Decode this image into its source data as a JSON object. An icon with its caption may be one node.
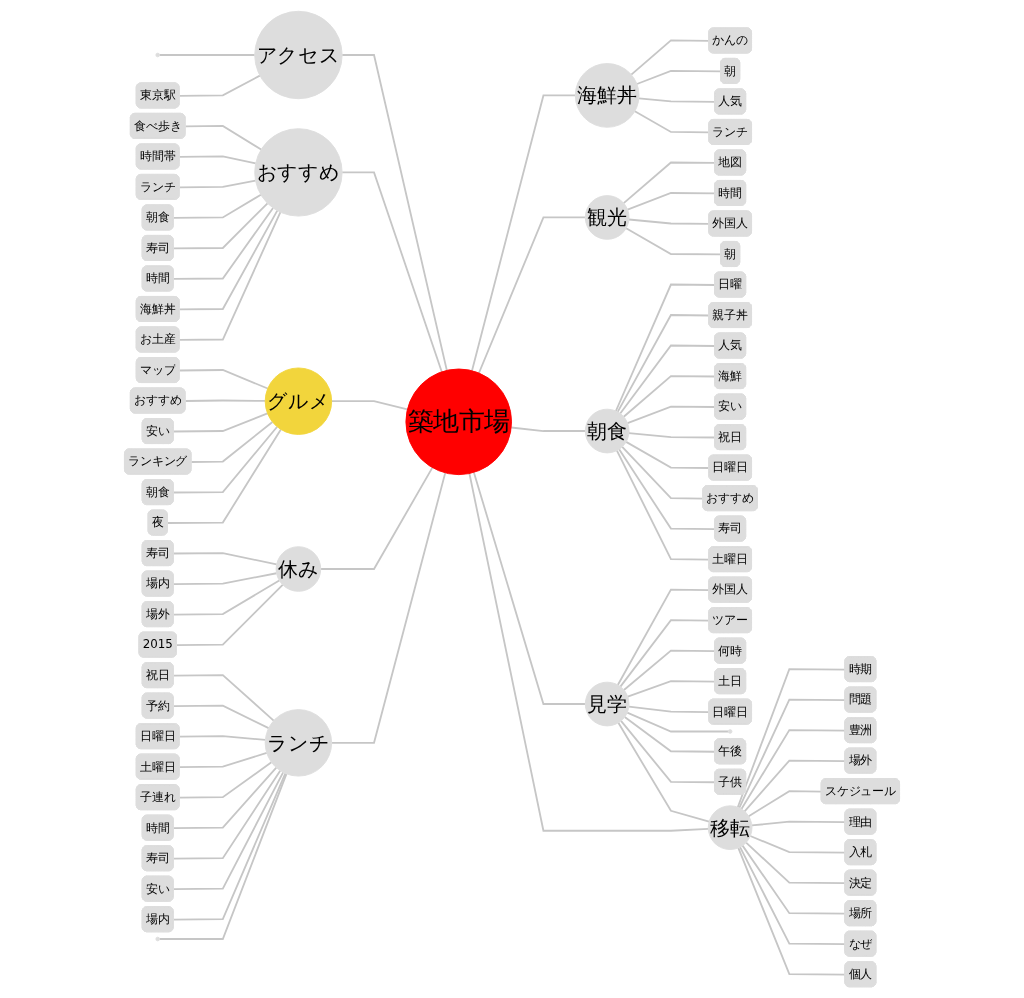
{
  "diagram": {
    "nodes": [
      {
        "text": [
          "築地市場"
        ]
      },
      {
        "text": [
          "海鮮丼"
        ]
      },
      {
        "text": [
          "かんの"
        ]
      },
      {
        "text": [
          "朝"
        ]
      },
      {
        "text": [
          "人気"
        ]
      },
      {
        "text": [
          "ランチ"
        ]
      },
      {
        "text": [
          "アクセス"
        ]
      },
      {
        "text": [],
        "shape": "circle"
      },
      {
        "text": [
          "東京駅"
        ]
      },
      {
        "text": [
          "おすすめ"
        ]
      },
      {
        "text": [
          "食べ歩き"
        ]
      },
      {
        "text": [
          "時間帯"
        ]
      },
      {
        "text": [
          "ランチ"
        ]
      },
      {
        "text": [
          "朝食"
        ]
      },
      {
        "text": [
          "寿司"
        ]
      },
      {
        "text": [
          "時間"
        ]
      },
      {
        "text": [
          "海鮮丼"
        ]
      },
      {
        "text": [
          "お土産"
        ]
      },
      {
        "text": [
          "観光"
        ]
      },
      {
        "text": [
          "地図"
        ]
      },
      {
        "text": [
          "時間"
        ]
      },
      {
        "text": [
          "外国人"
        ]
      },
      {
        "text": [
          "朝"
        ]
      },
      {
        "text": [
          "朝食"
        ]
      },
      {
        "text": [
          "日曜"
        ]
      },
      {
        "text": [
          "親子丼"
        ]
      },
      {
        "text": [
          "人気"
        ]
      },
      {
        "text": [
          "海鮮"
        ]
      },
      {
        "text": [
          "安い"
        ]
      },
      {
        "text": [
          "祝日"
        ]
      },
      {
        "text": [
          "日曜日"
        ]
      },
      {
        "text": [
          "おすすめ"
        ]
      },
      {
        "text": [
          "寿司"
        ]
      },
      {
        "text": [
          "土曜日"
        ]
      },
      {
        "text": [
          "グルメ"
        ]
      },
      {
        "text": [
          "マップ"
        ]
      },
      {
        "text": [
          "おすすめ"
        ]
      },
      {
        "text": [
          "安い"
        ]
      },
      {
        "text": [
          "ランキング"
        ]
      },
      {
        "text": [
          "朝食"
        ]
      },
      {
        "text": [
          "夜"
        ]
      },
      {
        "text": [
          "休み"
        ]
      },
      {
        "text": [
          "寿司"
        ]
      },
      {
        "text": [
          "場内"
        ]
      },
      {
        "text": [
          "場外"
        ]
      },
      {
        "text": [
          "2015"
        ]
      },
      {
        "text": [
          "ランチ"
        ]
      },
      {
        "text": [
          "祝日"
        ]
      },
      {
        "text": [
          "予約"
        ]
      },
      {
        "text": [
          "日曜日"
        ]
      },
      {
        "text": [
          "土曜日"
        ]
      },
      {
        "text": [
          "子連れ"
        ]
      },
      {
        "text": [
          "時間"
        ]
      },
      {
        "text": [
          "寿司"
        ]
      },
      {
        "text": [
          "安い"
        ]
      },
      {
        "text": [
          "場内"
        ]
      },
      {
        "text": [],
        "shape": "circle"
      },
      {
        "text": [
          "見学"
        ]
      },
      {
        "text": [
          "外国人"
        ]
      },
      {
        "text": [
          "ツアー"
        ]
      },
      {
        "text": [
          "何時"
        ]
      },
      {
        "text": [
          "土日"
        ]
      },
      {
        "text": [
          "日曜日"
        ]
      },
      {
        "text": [],
        "shape": "circle"
      },
      {
        "text": [
          "午後"
        ]
      },
      {
        "text": [
          "子供"
        ]
      },
      {
        "text": [
          "移転"
        ]
      },
      {
        "text": [
          "時期"
        ]
      },
      {
        "text": [
          "問題"
        ]
      },
      {
        "text": [
          "豊洲"
        ]
      },
      {
        "text": [
          "場外"
        ]
      },
      {
        "text": [
          "スケジュール"
        ]
      },
      {
        "text": [
          "理由"
        ]
      },
      {
        "text": [
          "入札"
        ]
      },
      {
        "text": [
          "決定"
        ]
      },
      {
        "text": [
          "場所"
        ]
      },
      {
        "text": [
          "なぜ"
        ]
      },
      {
        "text": [
          "個人"
        ]
      }
    ],
    "edges": [
      {
        "from": 0,
        "to": 1,
        "arrow": "none"
      },
      {
        "from": 1,
        "to": 2,
        "arrow": "none"
      },
      {
        "from": 1,
        "to": 3,
        "arrow": "none"
      },
      {
        "from": 1,
        "to": 4,
        "arrow": "none"
      },
      {
        "from": 1,
        "to": 5,
        "arrow": "none"
      },
      {
        "from": 0,
        "to": 6,
        "arrow": "none"
      },
      {
        "from": 6,
        "to": 7,
        "arrow": "none"
      },
      {
        "from": 6,
        "to": 8,
        "arrow": "none"
      },
      {
        "from": 0,
        "to": 9,
        "arrow": "none"
      },
      {
        "from": 9,
        "to": 10,
        "arrow": "none"
      },
      {
        "from": 9,
        "to": 11,
        "arrow": "none"
      },
      {
        "from": 9,
        "to": 12,
        "arrow": "none"
      },
      {
        "from": 9,
        "to": 13,
        "arrow": "none"
      },
      {
        "from": 9,
        "to": 14,
        "arrow": "none"
      },
      {
        "from": 9,
        "to": 15,
        "arrow": "none"
      },
      {
        "from": 9,
        "to": 16,
        "arrow": "none"
      },
      {
        "from": 9,
        "to": 17,
        "arrow": "none"
      },
      {
        "from": 0,
        "to": 18,
        "arrow": "none"
      },
      {
        "from": 18,
        "to": 19,
        "arrow": "none"
      },
      {
        "from": 18,
        "to": 20,
        "arrow": "none"
      },
      {
        "from": 18,
        "to": 21,
        "arrow": "none"
      },
      {
        "from": 18,
        "to": 22,
        "arrow": "none"
      },
      {
        "from": 0,
        "to": 23,
        "arrow": "none"
      },
      {
        "from": 23,
        "to": 24,
        "arrow": "none"
      },
      {
        "from": 23,
        "to": 25,
        "arrow": "none"
      },
      {
        "from": 23,
        "to": 26,
        "arrow": "none"
      },
      {
        "from": 23,
        "to": 27,
        "arrow": "none"
      },
      {
        "from": 23,
        "to": 28,
        "arrow": "none"
      },
      {
        "from": 23,
        "to": 29,
        "arrow": "none"
      },
      {
        "from": 23,
        "to": 30,
        "arrow": "none"
      },
      {
        "from": 23,
        "to": 31,
        "arrow": "none"
      },
      {
        "from": 23,
        "to": 32,
        "arrow": "none"
      },
      {
        "from": 23,
        "to": 33,
        "arrow": "none"
      },
      {
        "from": 0,
        "to": 34,
        "arrow": "none"
      },
      {
        "from": 34,
        "to": 35,
        "arrow": "none"
      },
      {
        "from": 34,
        "to": 36,
        "arrow": "none"
      },
      {
        "from": 34,
        "to": 37,
        "arrow": "none"
      },
      {
        "from": 34,
        "to": 38,
        "arrow": "none"
      },
      {
        "from": 34,
        "to": 39,
        "arrow": "none"
      },
      {
        "from": 34,
        "to": 40,
        "arrow": "none"
      },
      {
        "from": 0,
        "to": 41,
        "arrow": "none"
      },
      {
        "from": 41,
        "to": 42,
        "arrow": "none"
      },
      {
        "from": 41,
        "to": 43,
        "arrow": "none"
      },
      {
        "from": 41,
        "to": 44,
        "arrow": "none"
      },
      {
        "from": 41,
        "to": 45,
        "arrow": "none"
      },
      {
        "from": 0,
        "to": 46,
        "arrow": "none"
      },
      {
        "from": 46,
        "to": 47,
        "arrow": "none"
      },
      {
        "from": 46,
        "to": 48,
        "arrow": "none"
      },
      {
        "from": 46,
        "to": 49,
        "arrow": "none"
      },
      {
        "from": 46,
        "to": 50,
        "arrow": "none"
      },
      {
        "from": 46,
        "to": 51,
        "arrow": "none"
      },
      {
        "from": 46,
        "to": 52,
        "arrow": "none"
      },
      {
        "from": 46,
        "to": 53,
        "arrow": "none"
      },
      {
        "from": 46,
        "to": 54,
        "arrow": "none"
      },
      {
        "from": 46,
        "to": 55,
        "arrow": "none"
      },
      {
        "from": 46,
        "to": 56,
        "arrow": "none"
      },
      {
        "from": 0,
        "to": 57,
        "arrow": "none"
      },
      {
        "from": 57,
        "to": 58,
        "arrow": "none"
      },
      {
        "from": 57,
        "to": 59,
        "arrow": "none"
      },
      {
        "from": 57,
        "to": 60,
        "arrow": "none"
      },
      {
        "from": 57,
        "to": 61,
        "arrow": "none"
      },
      {
        "from": 57,
        "to": 62,
        "arrow": "none"
      },
      {
        "from": 57,
        "to": 63,
        "arrow": "none"
      },
      {
        "from": 57,
        "to": 64,
        "arrow": "none"
      },
      {
        "from": 57,
        "to": 65,
        "arrow": "none"
      },
      {
        "from": 57,
        "to": 66,
        "arrow": "none"
      },
      {
        "from": 0,
        "to": 66,
        "arrow": "none"
      },
      {
        "from": 66,
        "to": 67,
        "arrow": "none"
      },
      {
        "from": 66,
        "to": 68,
        "arrow": "none"
      },
      {
        "from": 66,
        "to": 69,
        "arrow": "none"
      },
      {
        "from": 66,
        "to": 70,
        "arrow": "none"
      },
      {
        "from": 66,
        "to": 71,
        "arrow": "none"
      },
      {
        "from": 66,
        "to": 72,
        "arrow": "none"
      },
      {
        "from": 66,
        "to": 73,
        "arrow": "none"
      },
      {
        "from": 66,
        "to": 74,
        "arrow": "none"
      },
      {
        "from": 66,
        "to": 75,
        "arrow": "none"
      },
      {
        "from": 66,
        "to": 76,
        "arrow": "none"
      },
      {
        "from": 66,
        "to": 77,
        "arrow": "none"
      }
    ]
  }
}
